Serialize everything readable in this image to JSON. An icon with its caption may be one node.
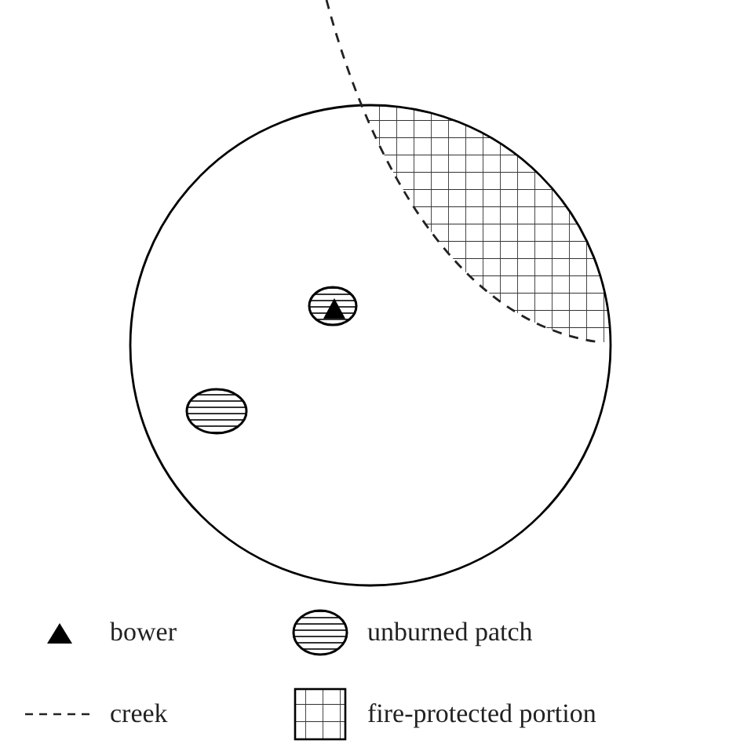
{
  "diagram": {
    "legend": [
      {
        "text": "bower"
      },
      {
        "text": "unburned patch"
      },
      {
        "text": "creek"
      },
      {
        "text": "fire-protected portion"
      }
    ]
  }
}
